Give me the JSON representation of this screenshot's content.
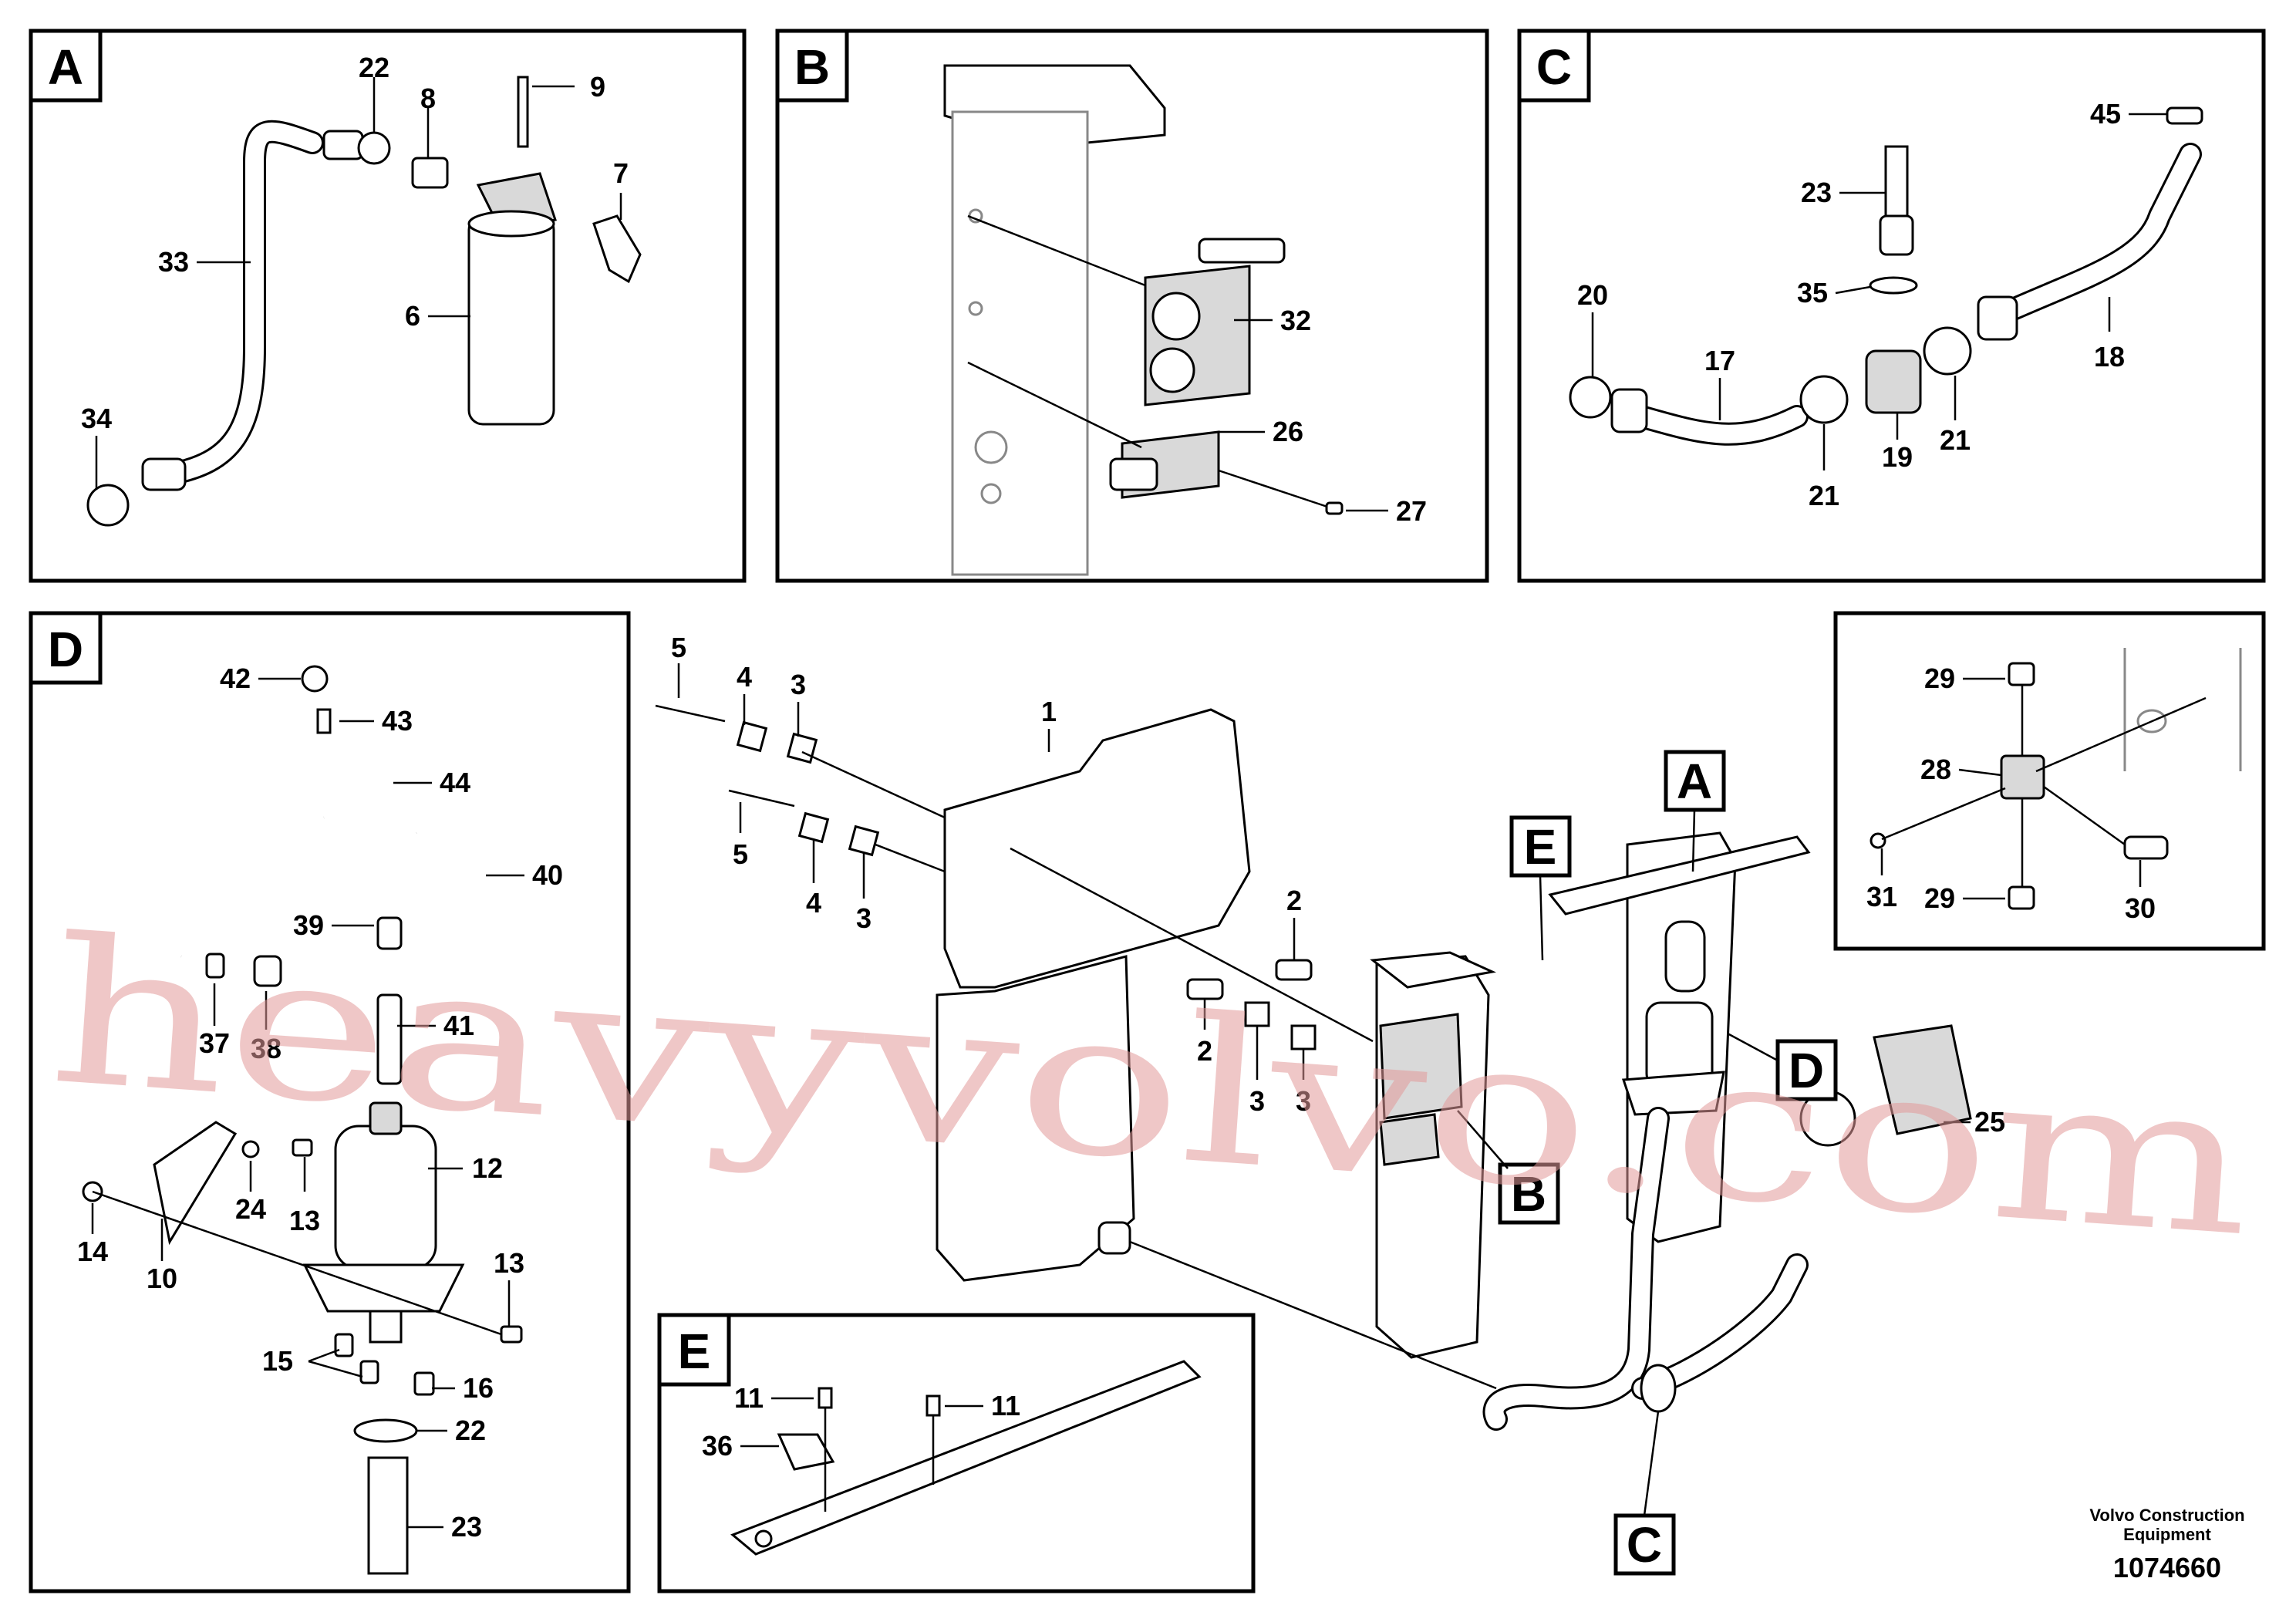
{
  "panels": {
    "A": {
      "letter": "A",
      "callouts": {
        "c22": "22",
        "c8": "8",
        "c9": "9",
        "c7": "7",
        "c33": "33",
        "c6": "6",
        "c34": "34"
      }
    },
    "B": {
      "letter": "B",
      "callouts": {
        "c32": "32",
        "c26": "26",
        "c27": "27"
      }
    },
    "C": {
      "letter": "C",
      "callouts": {
        "c45": "45",
        "c23": "23",
        "c20": "20",
        "c35": "35",
        "c17": "17",
        "c18": "18",
        "c19": "19",
        "c21a": "21",
        "c21b": "21"
      }
    },
    "D": {
      "letter": "D",
      "callouts": {
        "c42": "42",
        "c43": "43",
        "c44": "44",
        "c40": "40",
        "c39": "39",
        "c37": "37",
        "c38": "38",
        "c41": "41",
        "c12": "12",
        "c24": "24",
        "c13a": "13",
        "c14": "14",
        "c10": "10",
        "c13b": "13",
        "c15": "15",
        "c16": "16",
        "c22": "22",
        "c23": "23"
      }
    },
    "E": {
      "letter": "E",
      "callouts": {
        "c11a": "11",
        "c11b": "11",
        "c36": "36"
      }
    },
    "detail": {
      "callouts": {
        "c29a": "29",
        "c28": "28",
        "c31": "31",
        "c29b": "29",
        "c30": "30"
      }
    }
  },
  "main": {
    "callouts": {
      "c5a": "5",
      "c4a": "4",
      "c3a": "3",
      "c1": "1",
      "c5b": "5",
      "c4b": "4",
      "c3b": "3",
      "c2a": "2",
      "c2b": "2",
      "c3c": "3",
      "c3d": "3",
      "c25": "25"
    },
    "refs": {
      "A": "A",
      "E": "E",
      "D": "D",
      "B": "B",
      "C": "C"
    }
  },
  "footer": {
    "line1": "Volvo Construction",
    "line2": "Equipment",
    "number": "1074660"
  },
  "watermark": {
    "text": "heavyvolvo.com",
    "color": "#e39b9b"
  }
}
